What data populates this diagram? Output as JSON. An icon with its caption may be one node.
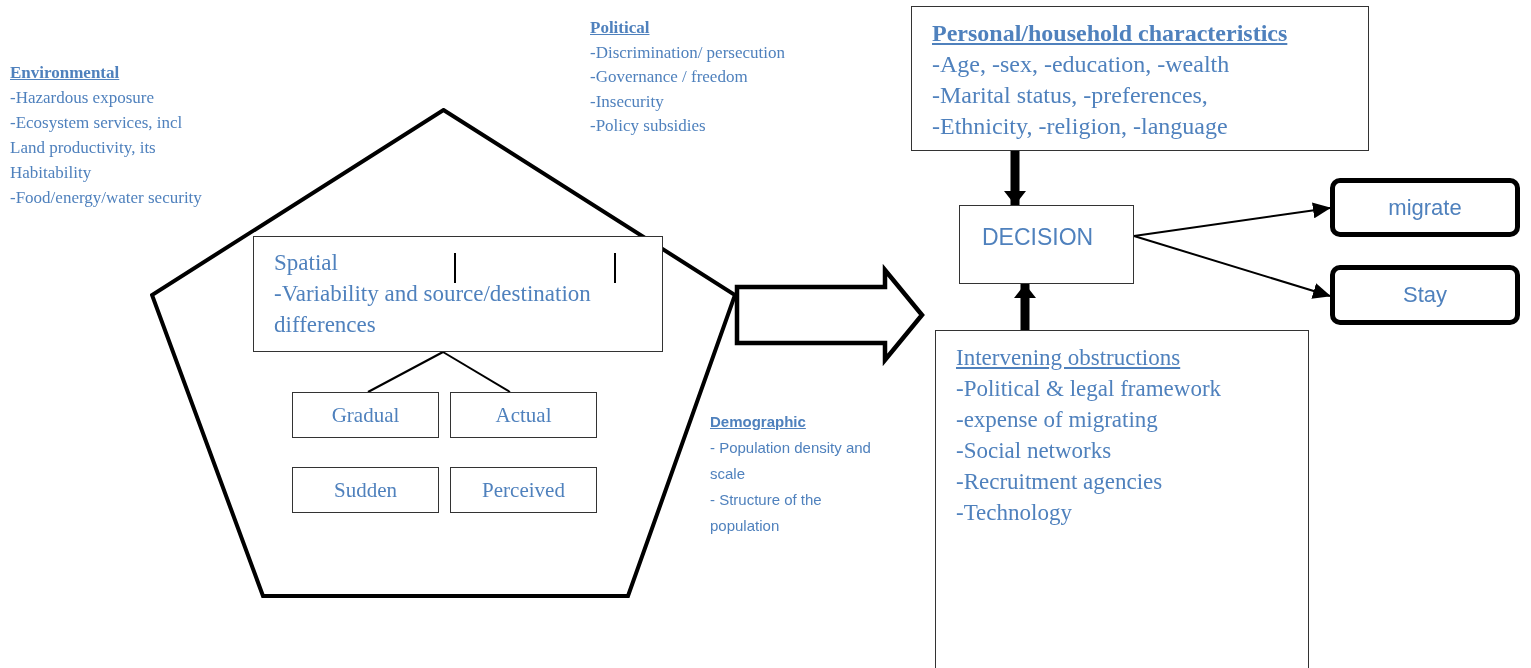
{
  "diagram": {
    "nodes": [
      {
        "text": [],
        "shape": "pentagon"
      },
      {
        "text": [
          "Spatial",
          "-Variability and source/destination differences"
        ],
        "in": 0
      },
      {
        "text": [
          "Gradual"
        ],
        "in": 0
      },
      {
        "text": [
          "Actual"
        ],
        "in": 0
      },
      {
        "text": [
          "Sudden"
        ],
        "in": 0
      },
      {
        "text": [
          "Perceived"
        ],
        "in": 0
      },
      {
        "text": [
          "Personal/household characteristics",
          "-Age, -sex, -education, -wealth",
          "-Marital status, -preferences,",
          "-Ethnicity, -religion, -language"
        ]
      },
      {
        "text": [
          "DECISION"
        ]
      },
      {
        "text": [
          "migrate"
        ]
      },
      {
        "text": [
          "Stay"
        ]
      },
      {
        "text": [
          "Intervening obstructions",
          "-Political & legal framework",
          "-expense of migrating",
          "-Social networks",
          "-Recruitment agencies",
          "-Technology"
        ]
      }
    ],
    "edges": [
      {
        "from": 1,
        "to": 2,
        "arrow": "none"
      },
      {
        "from": 1,
        "to": 3,
        "arrow": "none"
      },
      {
        "from": 0,
        "to": null,
        "arrow": "to",
        "style": "thick"
      },
      {
        "from": 6,
        "to": 7,
        "arrow": "to",
        "style": "thick"
      },
      {
        "from": 10,
        "to": 7,
        "arrow": "to",
        "style": "thick"
      },
      {
        "from": 7,
        "to": 8,
        "arrow": "to"
      },
      {
        "from": 7,
        "to": 9,
        "arrow": "to"
      }
    ],
    "labels": [
      "Environmental",
      "-Hazardous exposure",
      "-Ecosystem services, incl Land productivity, its Habitability",
      "-Food/energy/water security",
      "Political",
      "-Discrimination/ persecution",
      "-Governance / freedom",
      "-Insecurity",
      "-Policy subsidies",
      "Demographic",
      "- Population density and scale",
      "- Structure of the population"
    ]
  }
}
